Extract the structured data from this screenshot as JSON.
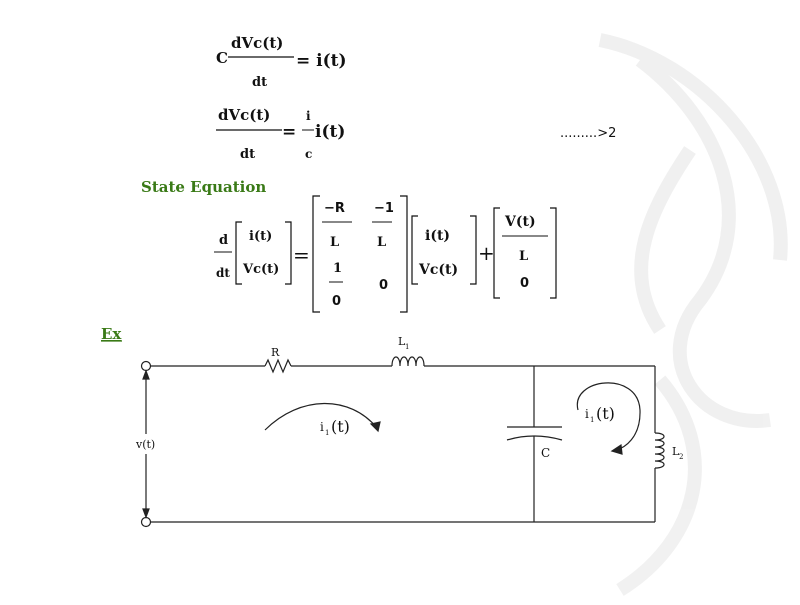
{
  "equation1": {
    "coef": "C",
    "numerator": "dVc(t)",
    "denominator": "dt",
    "rhs": "= i(t)"
  },
  "equation2": {
    "numerator": "dVc(t)",
    "denominator": "dt",
    "rhs_eq": "=",
    "rhs_num": "i",
    "rhs_den": "c",
    "rhs_fn": "i(t)",
    "tag": ".........>2"
  },
  "state_equation": {
    "heading": "State Equation",
    "deriv_num": "d",
    "deriv_den": "dt",
    "lhs_vector": [
      "i(t)",
      "Vc(t)"
    ],
    "equals": "=",
    "matrix": {
      "a11_num": "−R",
      "a11_den": "L",
      "a12_num": "−1",
      "a12_den": "L",
      "a21_num": "1",
      "a21_den": "0",
      "a22": "0"
    },
    "state_vector": [
      "i(t)",
      "Vc(t)"
    ],
    "plus": "+",
    "input_vector": {
      "num": "V(t)",
      "den": "L",
      "second": "0"
    }
  },
  "example": {
    "label": "Ex",
    "resistor": "R",
    "inductor1": "L",
    "inductor1_sub": "1",
    "source": "v(t)",
    "loop_current": "i",
    "loop_current_sub": "1",
    "loop_current_arg": "(t)",
    "capacitor": "C",
    "loop2_current": "i",
    "loop2_current_sub": "1",
    "loop2_current_arg": "(t)",
    "inductor2": "L",
    "inductor2_sub": "2"
  },
  "colors": {
    "heading": "#3a7a17",
    "ink": "#111111",
    "watermark": "#eeeeee"
  }
}
